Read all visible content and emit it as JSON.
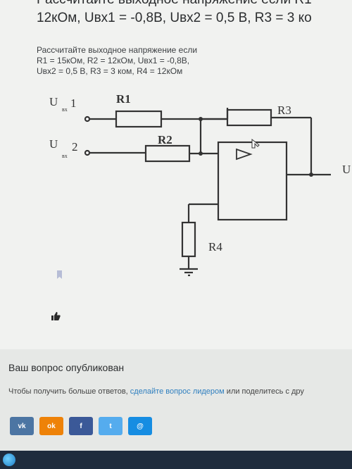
{
  "header": {
    "title_partial": "Рассчитайте выходное напряжение если R1",
    "subtitle_partial": "12кОм, Uвх1 = -0,8В, Uвх2 = 0,5 В, R3 = 3 ко"
  },
  "question": {
    "lines": [
      "Рассчитайте выходное напряжение если",
      "R1 = 15кОм, R2 = 12кОм, Uвх1 = -0,8В,",
      "Uвх2 = 0,5 В, R3 = 3 ком, R4 = 12кОм"
    ]
  },
  "circuit": {
    "input1_U": "U",
    "input1_sub": "вх",
    "input1_num": "1",
    "input2_U": "U",
    "input2_sub": "вх",
    "input2_num": "2",
    "r1": "R1",
    "r2": "R2",
    "r3": "R3",
    "r4": "R4",
    "output": "U"
  },
  "feedback": {
    "published": "Ваш вопрос опубликован",
    "info_prefix": "Чтобы получить больше ответов,",
    "info_link": "сделайте вопрос лидером",
    "info_suffix": "или поделитесь с дру"
  },
  "share": {
    "buttons": [
      {
        "icon": "vk-icon",
        "label": "vk",
        "color": "#4c75a3"
      },
      {
        "icon": "odnoklassniki-icon",
        "label": "ok",
        "color": "#ee8208"
      },
      {
        "icon": "facebook-icon",
        "label": "f",
        "color": "#3b5998"
      },
      {
        "icon": "twitter-icon",
        "label": "t",
        "color": "#55acee"
      },
      {
        "icon": "moimir-icon",
        "label": "@",
        "color": "#168de2"
      }
    ]
  },
  "colors": {
    "accent_link": "#2f7fbf",
    "taskbar": "#1f2c3d"
  }
}
